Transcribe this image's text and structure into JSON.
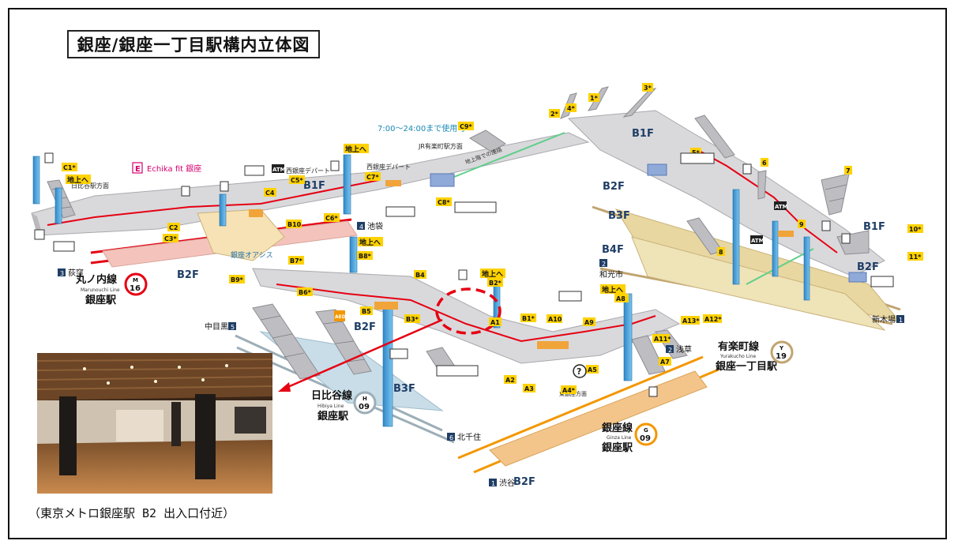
{
  "title": "銀座/銀座一丁目駅構内立体図",
  "caption": "（東京メトロ銀座駅 B2 出入口付近）",
  "colors": {
    "accent_red": "#e60012",
    "exit_yellow": "#ffd200",
    "marunouchi": "#e60012",
    "hibiya": "#9caeb7",
    "ginza": "#f39700",
    "yurakucho": "#c1a470",
    "floor_gray": "#d9d9dc",
    "floor_pink": "#f4c4bc",
    "floor_tan": "#e8d7a0",
    "floor_blue": "#c8dde8",
    "pillar_blue": "#4aa3df"
  },
  "notices": {
    "hours": "7:00～24:00まで使用可",
    "underground_passage": "地上階での連絡"
  },
  "floor_labels": {
    "f1": "B1F",
    "f2": "B2F",
    "f3": "B3F",
    "f4": "B4F",
    "f5": "B1F",
    "f6": "B2F",
    "f7": "B3F",
    "f8": "B1F",
    "f9": "B2F",
    "f10": "B2F",
    "f11": "B2F"
  },
  "exits": {
    "c1": "C1*",
    "c2": "C2",
    "c3": "C3*",
    "c4": "C4",
    "c5": "C5*",
    "c6": "C6*",
    "c7": "C7*",
    "c8": "C8*",
    "c9": "C9*",
    "b1": "B1*",
    "b2": "B2*",
    "b3": "B3*",
    "b4": "B4",
    "b5": "B5",
    "b6": "B6*",
    "b7": "B7*",
    "b8": "B8*",
    "b9": "B9*",
    "b10": "B10",
    "a1": "A1",
    "a2": "A2",
    "a3": "A3",
    "a4": "A4*",
    "a5": "A5",
    "a7": "A7",
    "a8": "A8",
    "a9": "A9",
    "a10": "A10",
    "a11": "A11*",
    "a12": "A12*",
    "a13": "A13*",
    "e1": "1*",
    "e2": "2*",
    "e3": "3*",
    "e4": "4*",
    "e5": "5*",
    "e6": "6",
    "e7": "7",
    "e8": "8",
    "e9": "9",
    "e10": "10*",
    "e11": "11*"
  },
  "to_ground": {
    "g1": "地上へ",
    "g2": "地上へ",
    "g3": "地上へ",
    "g4": "地上へ",
    "g5": "地上へ"
  },
  "places": {
    "hibiya_dir": "日比谷駅方面",
    "jr_dir": "JR有楽町駅方面",
    "nishiginza_dept": "西銀座デパート",
    "nishiginza_dept2": "西銀座デパート",
    "echika": "Echika fit 銀座",
    "oasis": "銀座オアシス",
    "higashiginza_dir": "東銀座方面"
  },
  "destinations": {
    "ogikubo": "荻窪",
    "ikebukuro": "池袋",
    "nakameguro": "中目黒",
    "kitasenju": "北千住",
    "shibuya": "渋谷",
    "asakusa": "浅草",
    "wakoshi": "和光市",
    "shinkiba": "新木場"
  },
  "dest_numbers": {
    "ogikubo": "3",
    "ikebukuro": "4",
    "nakameguro": "5",
    "kitasenju": "6",
    "shibuya": "1",
    "asakusa": "2",
    "wakoshi": "2",
    "shinkiba": "1"
  },
  "lines": {
    "marunouchi": {
      "name": "丸ノ内線",
      "roman": "Marunouchi Line",
      "station": "銀座駅",
      "letter": "M",
      "num": "16"
    },
    "hibiya": {
      "name": "日比谷線",
      "roman": "Hibiya Line",
      "station": "銀座駅",
      "letter": "H",
      "num": "09"
    },
    "ginza": {
      "name": "銀座線",
      "roman": "Ginza Line",
      "station": "銀座駅",
      "letter": "G",
      "num": "09"
    },
    "yurakucho": {
      "name": "有楽町線",
      "roman": "Yurakucho Line",
      "station": "銀座一丁目駅",
      "letter": "Y",
      "num": "19"
    }
  },
  "icons": {
    "elevator": "elevator-icon",
    "toilet": "toilet-icon",
    "atm": "ATM",
    "info": "?",
    "aed": "AED",
    "wheelchair": "wheelchair-icon",
    "phone": "phone-icon",
    "locker": "locker-icon"
  },
  "photo": {
    "alt": "ceiling-lit concourse interior"
  }
}
